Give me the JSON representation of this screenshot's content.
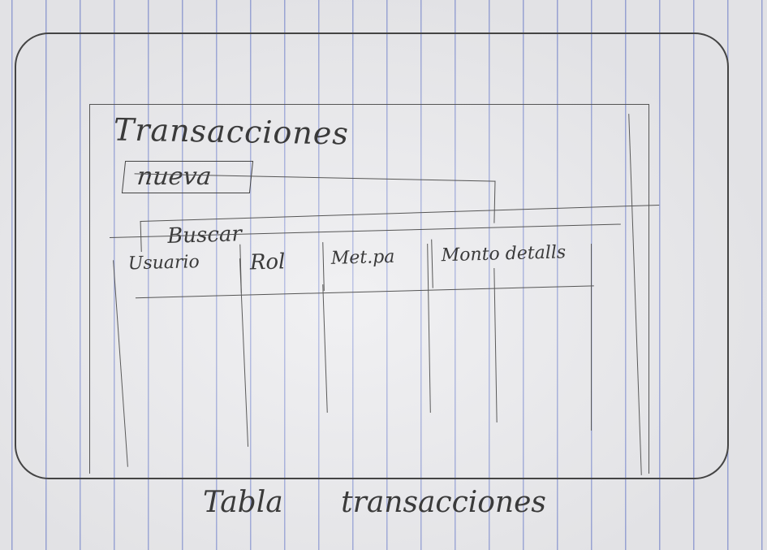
{
  "screen": {
    "title": "Transacciones",
    "new_button_label": "nueva",
    "search": {
      "placeholder": "Buscar",
      "value": ""
    }
  },
  "table": {
    "columns": [
      "Usuario",
      "Rol",
      "Met.pa",
      "Monto detalls"
    ],
    "rows": []
  },
  "caption": "Tabla transacciones",
  "colors": {
    "ink": "#3a3a3a",
    "ruled_line": "#5a6ec8",
    "paper": "#e9e9ec"
  }
}
